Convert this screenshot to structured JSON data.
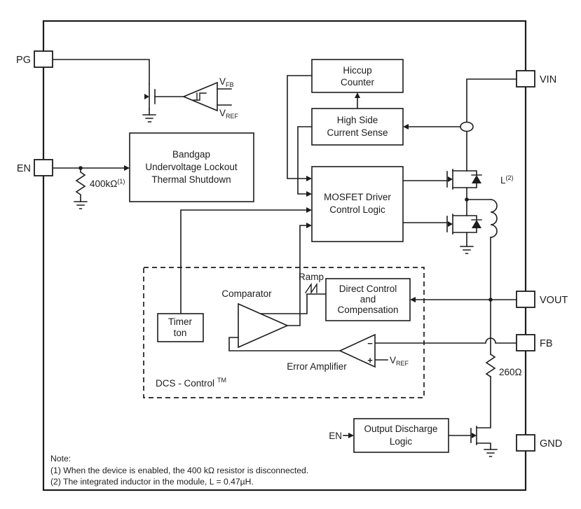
{
  "meta": {
    "background": "#ffffff",
    "ink": "#1c1c1c"
  },
  "pins": {
    "pg": "PG",
    "en": "EN",
    "vin": "VIN",
    "vout": "VOUT",
    "fb": "FB",
    "gnd": "GND"
  },
  "blocks": {
    "hiccup": [
      "Hiccup",
      "Counter"
    ],
    "hs_sense": [
      "High Side",
      "Current Sense"
    ],
    "bandgap": [
      "Bandgap",
      "Undervoltage Lockout",
      "Thermal Shutdown"
    ],
    "driver": [
      "MOSFET Driver",
      "Control Logic"
    ],
    "direct_control": [
      "Direct Control",
      "and",
      "Compensation"
    ],
    "timer": [
      "Timer",
      "ton"
    ],
    "discharge": [
      "Output Discharge",
      "Logic"
    ]
  },
  "labels": {
    "v": "V",
    "fb_sub": "FB",
    "ref_sub": "REF",
    "r_en": "400kΩ",
    "r_en_sup": "(1)",
    "r_fb": "260Ω",
    "inductor": "L",
    "inductor_sup": "(2)",
    "ramp": "Ramp",
    "comparator": "Comparator",
    "error_amp": "Error Amplifier",
    "dcs": "DCS - Control",
    "dcs_tm": "TM",
    "en_internal": "EN",
    "minus": "−",
    "plus": "+"
  },
  "notes": {
    "heading": "Note:",
    "n1": "(1) When the device is enabled, the 400 kΩ resistor is disconnected.",
    "n2": "(2) The integrated inductor in the module, L = 0.47µH."
  }
}
